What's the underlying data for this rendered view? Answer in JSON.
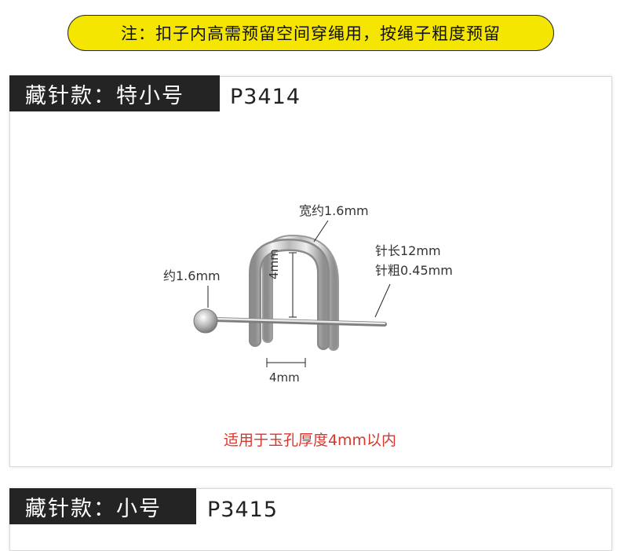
{
  "notice": "注：扣子内高需预留空间穿绳用，按绳子粗度预留",
  "section1": {
    "tag": "藏针款：特小号",
    "code": "P3414",
    "labels": {
      "width": "宽约1.6mm",
      "ball": "约1.6mm",
      "pin_length": "针长12mm",
      "pin_thickness": "针粗0.45mm",
      "inner_height": "4mm",
      "inner_width": "4mm"
    },
    "note": "适用于玉孔厚度4mm以内"
  },
  "section2": {
    "tag": "藏针款：小号",
    "code": "P3415"
  },
  "colors": {
    "notice_bg": "#f4e600",
    "tag_bg": "#242424",
    "note_red": "#d8352c"
  }
}
